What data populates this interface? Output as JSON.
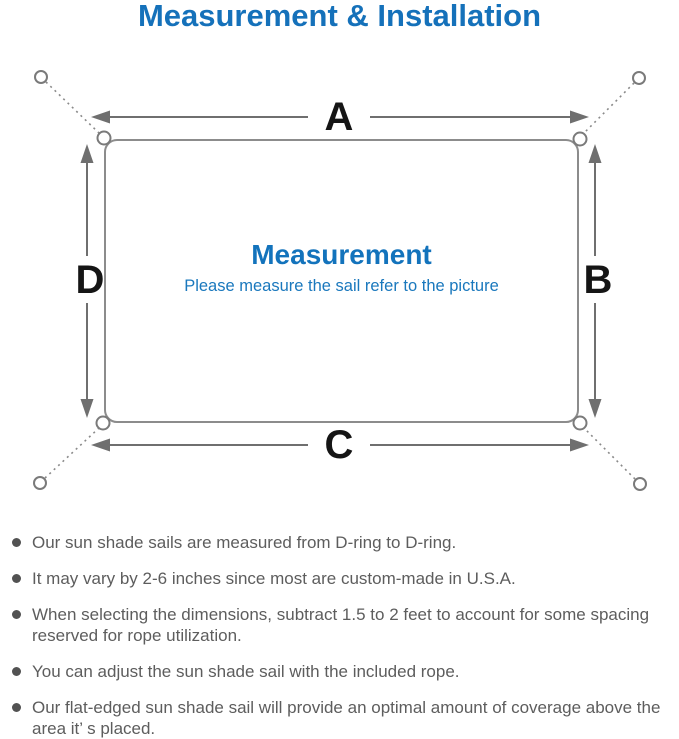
{
  "title": "Measurement & Installation",
  "colors": {
    "accent_blue": "#1571ba",
    "diagram_line_gray": "#6f6f6f",
    "label_black": "#151515",
    "note_text_gray": "#5d5d5d"
  },
  "diagram": {
    "shape": "rounded-rectangle sun shade sail with D-rings at corners and anchor rings on dotted tethers",
    "labels": {
      "top": "A",
      "right": "B",
      "bottom": "C",
      "left": "D"
    },
    "center_title": "Measurement",
    "center_subtitle": "Please measure the sail refer to the picture"
  },
  "notes": [
    "Our sun shade sails are measured from D-ring to D-ring.",
    "It may vary by 2-6 inches since most are custom-made in U.S.A.",
    "When selecting the dimensions, subtract 1.5 to 2 feet to account for some spacing reserved for rope utilization.",
    "You can adjust the sun shade sail with the included rope.",
    "Our flat-edged sun shade sail will provide an optimal amount of coverage above the area it’ s placed."
  ]
}
